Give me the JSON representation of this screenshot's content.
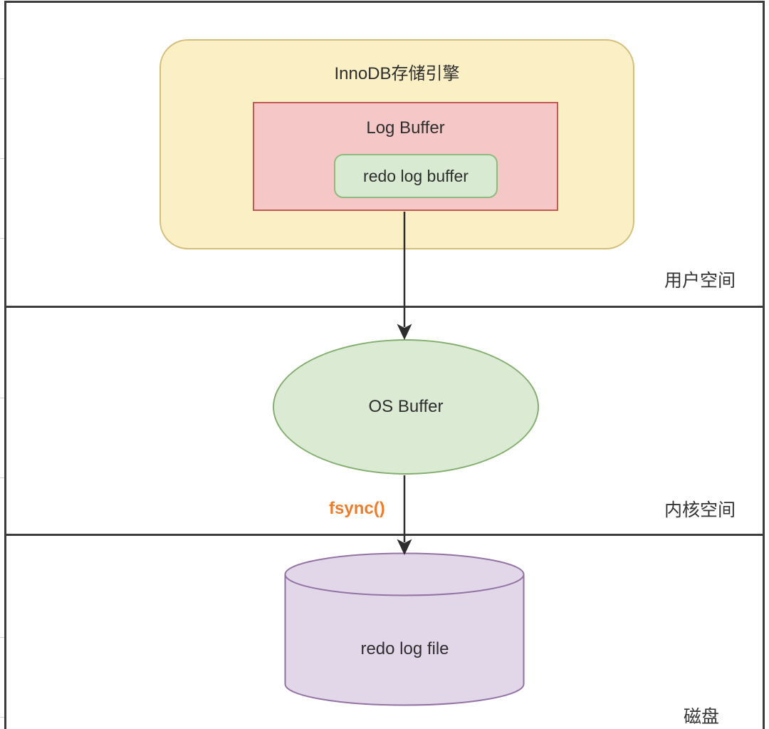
{
  "diagram": {
    "type": "flowchart",
    "nodes": [
      {
        "id": "innodb-engine",
        "label": "InnoDB存储引擎",
        "shape": "rounded-rect",
        "fill": "#FAEFC5",
        "stroke": "#D5BE79"
      },
      {
        "id": "log-buffer",
        "label": "Log Buffer",
        "shape": "rect",
        "fill": "#F5C8C7",
        "stroke": "#C05A55"
      },
      {
        "id": "redo-log-buffer",
        "label": "redo log buffer",
        "shape": "rounded-rect",
        "fill": "#D8EBD2",
        "stroke": "#8FB97E"
      },
      {
        "id": "os-buffer",
        "label": "OS Buffer",
        "shape": "ellipse",
        "fill": "#DBEAD3",
        "stroke": "#84AE6E"
      },
      {
        "id": "redo-log-file",
        "label": "redo log file",
        "shape": "cylinder",
        "fill": "#E2D7E9",
        "stroke": "#9372A4"
      }
    ],
    "edges": [
      {
        "from": "log-buffer",
        "to": "os-buffer",
        "label": ""
      },
      {
        "from": "os-buffer",
        "to": "redo-log-file",
        "label": "fsync()",
        "label_color": "#ED7D2B"
      }
    ],
    "sections": [
      {
        "label": "用户空间"
      },
      {
        "label": "内核空间"
      },
      {
        "label": "磁盘"
      }
    ],
    "colors": {
      "background": "#ffffff",
      "frame": "#3c3c3c",
      "arrow": "#2d2d2d",
      "text": "#2e2e2e",
      "fsync_orange": "#ED7D2B"
    }
  }
}
